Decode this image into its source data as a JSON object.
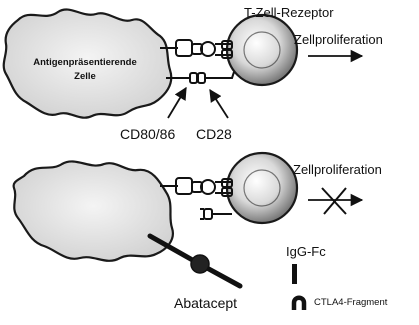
{
  "labels": {
    "t_cell_receptor": "T-Zell-Rezeptor",
    "cell_proliferation_top": "Zellproliferation",
    "apc_line1": "Antigenpräsentierende",
    "apc_line2": "Zelle",
    "cd80_86": "CD80/86",
    "cd28": "CD28",
    "cell_proliferation_bottom": "Zellproliferation",
    "igg_fc": "IgG-Fc",
    "abatacept": "Abatacept",
    "ctla4_fragment": "CTLA4-Fragment"
  },
  "colors": {
    "ink": "#111111",
    "cell_fill": "#e6e6e6",
    "cell_stroke": "#222222",
    "background": "#ffffff"
  }
}
